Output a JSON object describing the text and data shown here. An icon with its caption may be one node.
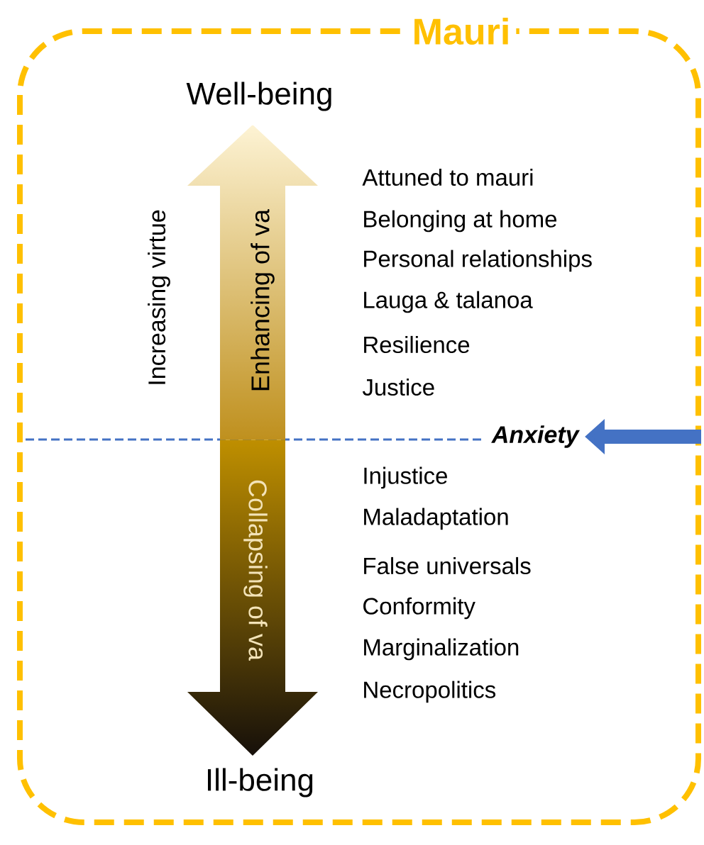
{
  "diagram": {
    "nodes": [
      {
        "text": [
          "Mauri"
        ]
      },
      {
        "text": [
          "Enhancing of va"
        ],
        "in": 0
      },
      {
        "text": [
          "Collapsing of va"
        ],
        "in": 0
      },
      {
        "text": [
          "Anxiety"
        ],
        "in": 0
      }
    ],
    "edges": [
      {
        "from": null,
        "to": 3,
        "arrow": "to",
        "color": "#4472c4"
      }
    ],
    "labels": [
      "Well-being",
      "Increasing virtue",
      "Attuned to mauri",
      "Belonging at home",
      "Personal relationships",
      "Lauga & talanoa",
      "Resilience",
      "Justice",
      "Injustice",
      "Maladaptation",
      "False universals",
      "Conformity",
      "Marginalization",
      "Necropolitics",
      "Ill-being"
    ]
  }
}
